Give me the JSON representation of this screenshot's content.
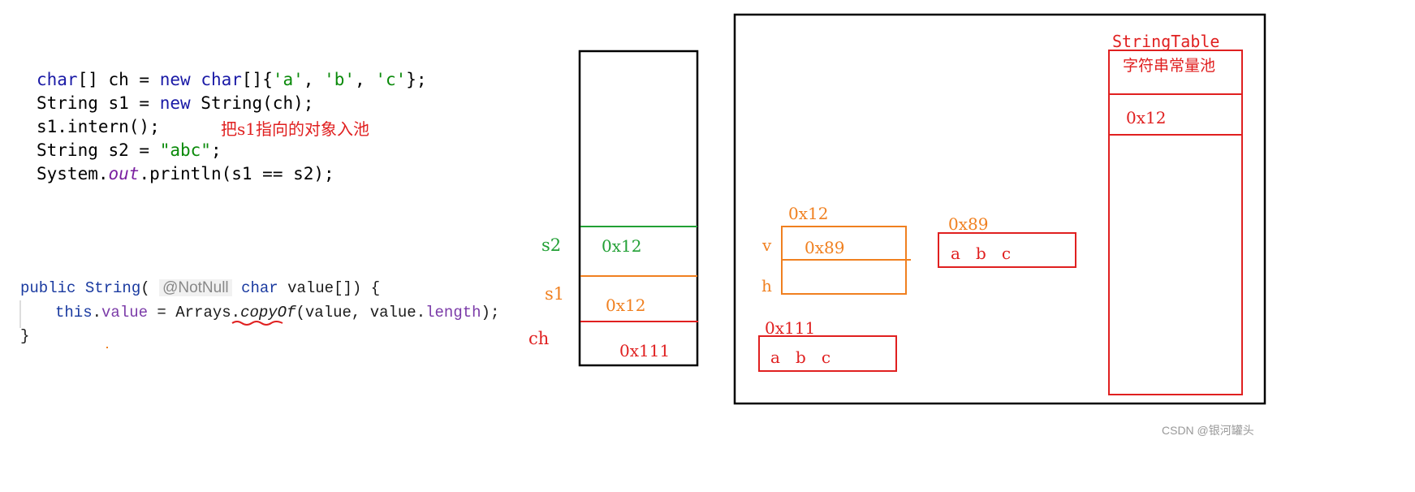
{
  "code_snippet": {
    "line1": {
      "t1": "char",
      "t2": "[] ch = ",
      "t3": "new",
      "t4": " ",
      "t5": "char",
      "t6": "[]{",
      "t7": "'a'",
      "t8": ", ",
      "t9": "'b'",
      "t10": ", ",
      "t11": "'c'",
      "t12": "};"
    },
    "line2": {
      "t1": "String s1 = ",
      "t2": "new",
      "t3": " String(ch);"
    },
    "line3": {
      "t1": "s1.intern();",
      "comment": "把s1指向的对象入池"
    },
    "line4": {
      "t1": "String s2 = ",
      "t2": "\"abc\"",
      "t3": ";"
    },
    "line5": {
      "t1": "System.",
      "t2": "out",
      "t3": ".println(s1 == s2);"
    }
  },
  "constructor_snippet": {
    "line1": {
      "t1": "public",
      "t2": " ",
      "t3": "String",
      "t4": "( ",
      "t5": "@NotNull",
      "t6": " ",
      "t7": "char",
      "t8": " value[]) {"
    },
    "line2": {
      "t1": "this",
      "t2": ".",
      "t3": "value",
      "t4": " = Arrays.",
      "t5": "copyOf",
      "t6": "(value, value.",
      "t7": "length",
      "t8": ");"
    },
    "line3": {
      "t1": "}"
    }
  },
  "stack": {
    "labels": {
      "s2": "s2",
      "s1": "s1",
      "ch": "ch"
    },
    "cells": {
      "s2": "0x12",
      "s1": "0x12",
      "ch": "0x111"
    }
  },
  "heap": {
    "string_obj": {
      "addr": "0x12",
      "field_v": "v",
      "field_h": "h",
      "v_value": "0x89"
    },
    "copied_array": {
      "addr": "0x89",
      "content": "a   b   c"
    },
    "original_array": {
      "addr": "0x111",
      "content": "a   b   c"
    },
    "string_table": {
      "title": "StringTable",
      "subtitle": "字符串常量池",
      "entry": "0x12"
    }
  },
  "watermark": "CSDN @银河罐头",
  "colors": {
    "green": "#22a035",
    "orange": "#f08020",
    "red": "#e02020",
    "black": "#000000"
  }
}
